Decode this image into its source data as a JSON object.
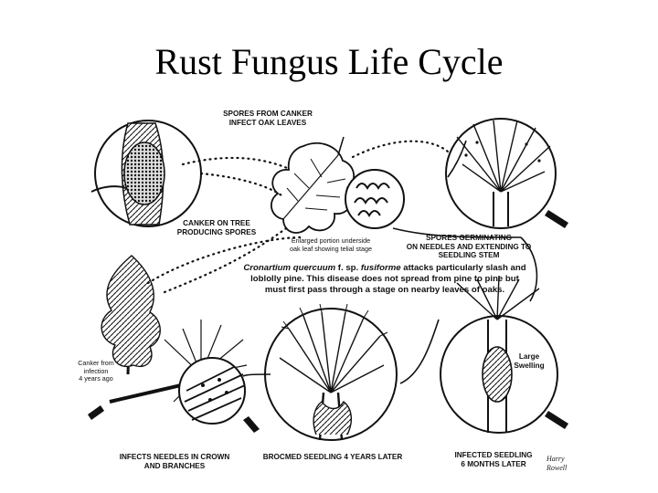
{
  "title": "Rust Fungus Life Cycle",
  "labels": {
    "spores_from_canker": "SPORES FROM CANKER\nINFECT OAK LEAVES",
    "canker_on_tree": "CANKER ON TREE\nPRODUCING SPORES",
    "enlarged_portion": "Enlarged portion underside\noak leaf showing telial stage",
    "spores_germinating": "SPORES GERMINATING\nON NEEDLES AND EXTENDING TO\nSEEDLING STEM",
    "large_swelling": "Large\nSwelling",
    "canker_from_infection": "Canker from\ninfection\n4 years ago",
    "infects_needles": "INFECTS NEEDLES IN CROWN\nAND BRANCHES",
    "brocmed_seedling": "BROCMED SEEDLING 4 YEARS LATER",
    "infected_seedling": "INFECTED SEEDLING\n6 MONTHS LATER"
  },
  "caption": {
    "species": "Cronartium quercuum",
    "forma_prefix": " f. sp. ",
    "forma": "fusiforme",
    "rest": " attacks particularly slash and loblolly pine. This disease does not spread from pine to pine but must first pass through a stage on nearby leaves of oaks."
  },
  "signature": "Harry\nRowell"
}
